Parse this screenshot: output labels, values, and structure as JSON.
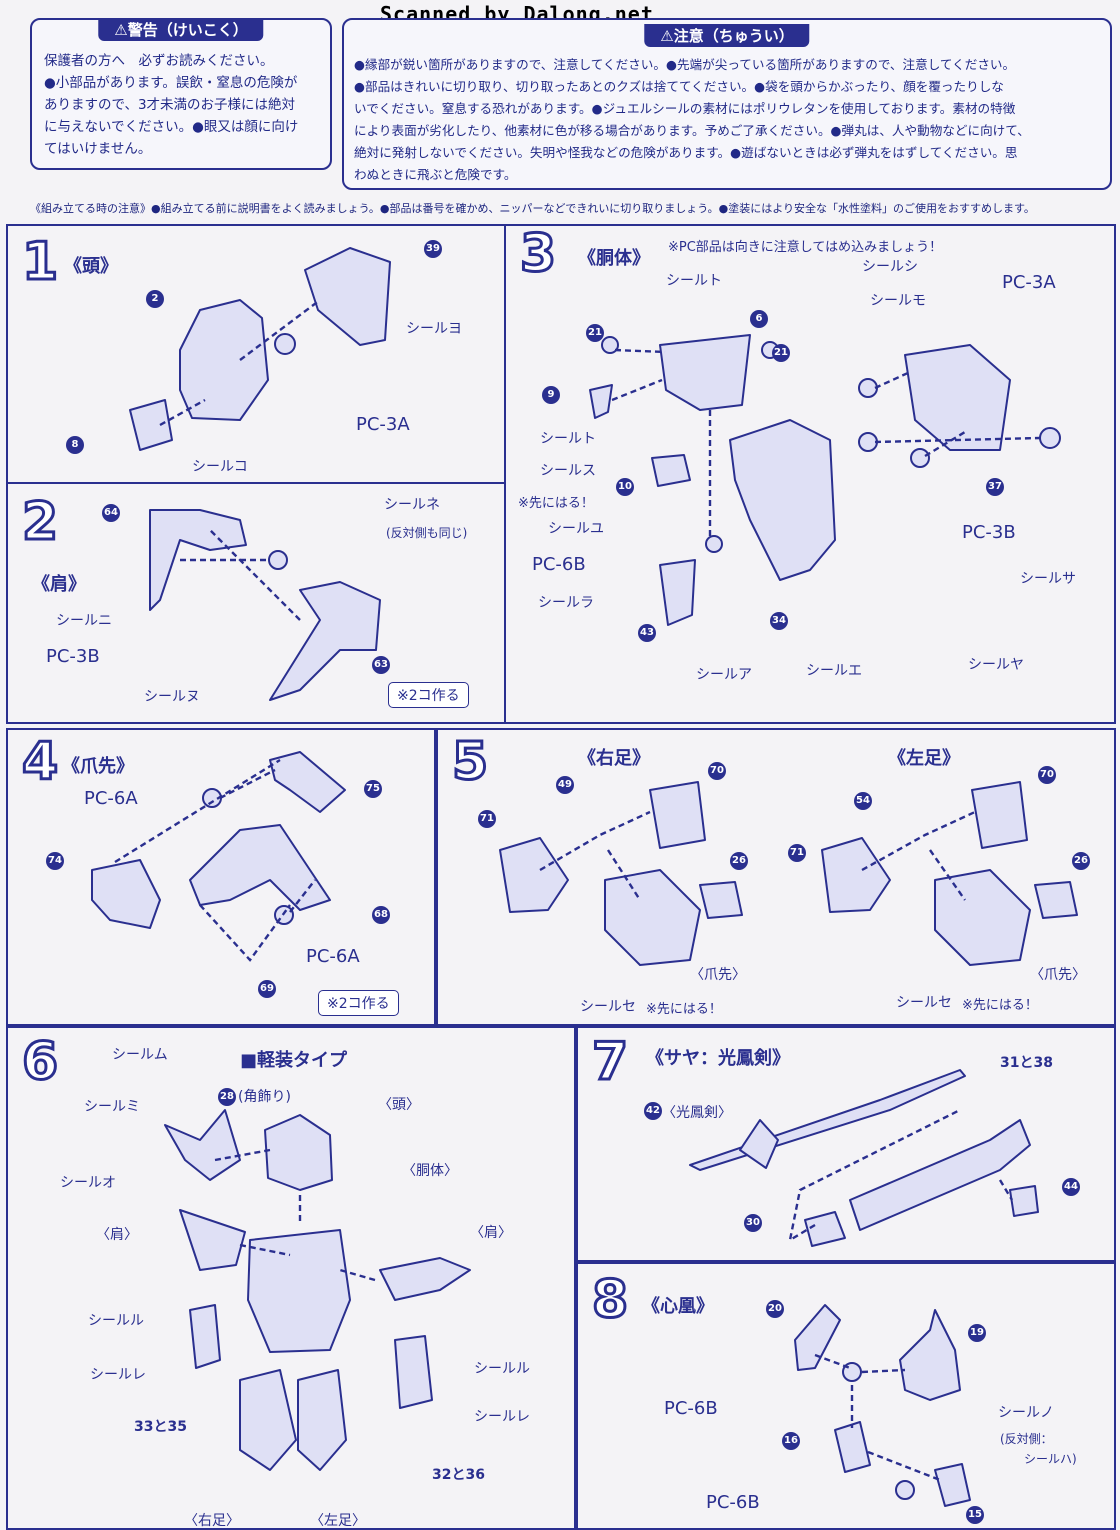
{
  "header": {
    "scan_credit": "Scanned by Dalong.net"
  },
  "warning": {
    "title": "⚠警告（けいこく）",
    "lines": [
      "保護者の方へ　必ずお読みください。",
      "●小部品があります。誤飲・窒息の危険が",
      "ありますので、3才未満のお子様には絶対",
      "に与えないでください。●眼又は顔に向け",
      "てはいけません。"
    ]
  },
  "caution": {
    "title": "⚠注意（ちゅうい）",
    "lines": [
      "●縁部が鋭い箇所がありますので、注意してください。●先端が尖っている箇所がありますので、注意してください。",
      "●部品はきれいに切り取り、切り取ったあとのクズは捨ててください。●袋を頭からかぶったり、顔を覆ったりしな",
      "いでください。窒息する恐れがあります。●ジュエルシールの素材にはポリウレタンを使用しております。素材の特徴",
      "により表面が劣化したり、他素材に色が移る場合があります。予めご了承ください。●弾丸は、人や動物などに向けて、",
      "絶対に発射しないでください。失明や怪我などの危険があります。●遊ばないときは必ず弾丸をはずしてください。思",
      "わぬときに飛ぶと危険です。"
    ]
  },
  "assembly_notes": "《組み立てる時の注意》●組み立てる前に説明書をよく読みましょう。●部品は番号を確かめ、ニッパーなどできれいに切り取りましょう。●塗装にはより安全な「水性塗料」のご使用をおすすめします。",
  "steps": {
    "s1": {
      "num": "1",
      "title": "《頭》",
      "pc": "PC-3A",
      "seal_a": "シールヨ",
      "seal_b": "シールコ",
      "parts": [
        "2",
        "39",
        "8"
      ]
    },
    "s2": {
      "num": "2",
      "title": "《肩》",
      "pc": "PC-3B",
      "seal_a": "シールネ",
      "seal_a_note": "(反対側も同じ)",
      "seal_b": "シールニ",
      "seal_c": "シールヌ",
      "make": "※2コ作る",
      "parts": [
        "64",
        "63"
      ]
    },
    "s3": {
      "num": "3",
      "title": "《胴体》",
      "note": "※PC部品は向きに注意してはめ込みましょう！",
      "pc_a": "PC-3A",
      "pc_b": "PC-3B",
      "pc_c": "PC-6B",
      "tip": "※先にはる！",
      "seals": [
        "シールト",
        "シールシ",
        "シールモ",
        "シールト",
        "シールス",
        "シールユ",
        "シールラ",
        "シールア",
        "シールエ",
        "シールヤ",
        "シールサ"
      ],
      "parts": [
        "21",
        "6",
        "21",
        "9",
        "10",
        "37",
        "43",
        "34"
      ]
    },
    "s4": {
      "num": "4",
      "title": "《爪先》",
      "pc_a": "PC-6A",
      "pc_b": "PC-6A",
      "make": "※2コ作る",
      "parts": [
        "75",
        "74",
        "68",
        "69"
      ]
    },
    "s5": {
      "num": "5",
      "title_r": "《右足》",
      "title_l": "《左足》",
      "toe": "〈爪先〉",
      "seal": "シールセ",
      "tip": "※先にはる！",
      "parts_r": [
        "49",
        "70",
        "71",
        "26"
      ],
      "parts_l": [
        "54",
        "70",
        "71",
        "26"
      ]
    },
    "s6": {
      "num": "6",
      "title": "■軽装タイプ",
      "horn": "(角飾り)",
      "head": "〈頭〉",
      "body": "〈胴体〉",
      "shoulder": "〈肩〉",
      "rleg": "〈右足〉",
      "lleg": "〈左足〉",
      "seals": [
        "シールム",
        "シールミ",
        "シールオ",
        "シールル",
        "シールレ",
        "シールル",
        "シールレ"
      ],
      "part_horn": "28",
      "pair_r": "33と35",
      "pair_l": "32と36"
    },
    "s7": {
      "num": "7",
      "title": "《サヤ：光鳳剣》",
      "sword": "〈光鳳剣〉",
      "pair": "31と38",
      "parts": [
        "42",
        "30",
        "44"
      ]
    },
    "s8": {
      "num": "8",
      "title": "《心凰》",
      "pc_a": "PC-6B",
      "pc_b": "PC-6B",
      "seal": "シールノ",
      "seal_note_a": "(反対側：",
      "seal_note_b": "シールハ)",
      "parts": [
        "20",
        "19",
        "16",
        "15"
      ]
    }
  }
}
